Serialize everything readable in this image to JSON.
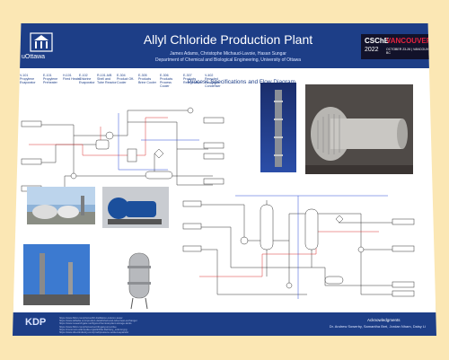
{
  "poster": {
    "title": "Allyl Chloride Production Plant",
    "authors": "James Adams, Christophe Michaud-Lavoie, Hasan Sungar",
    "department": "Department of Chemical and Biological Engineering, University of Ottawa",
    "university": "uOttawa",
    "conference": {
      "line1": "CSChE",
      "line2": "2022",
      "city": "VANCOUVER",
      "dates": "OCTOBER 23-26 | VANCOUVER BC"
    },
    "pfd_title": "Process Specifications and Flow Diagram",
    "equipment_top": [
      {
        "code": "V-101",
        "name": "Propylene Evaporator"
      },
      {
        "code": "E-101",
        "name": "Propylene Preheater"
      },
      {
        "code": "H-101",
        "name": "Fired Heater"
      },
      {
        "code": "E-102",
        "name": "Chlorine Evaporator"
      },
      {
        "code": "R-101 A/B",
        "name": "Shell and Tube Reactor"
      },
      {
        "code": "E-304",
        "name": "Product Off-Cooler"
      },
      {
        "code": "E-305",
        "name": "Products Brine Cooler"
      },
      {
        "code": "E-306",
        "name": "Products Process Cooler"
      },
      {
        "code": "E-307",
        "name": "Products Refrigerator"
      },
      {
        "code": "V-402",
        "name": "Recycled Propylene Condenser"
      }
    ],
    "footer": {
      "logo": "KDP",
      "references": [
        "https://www.flickr.com/photos/30 distillation-column-tower",
        "https://www.alibaba.com/product-detail/shell-and-tube-heat-exchanger",
        "https://www.researchgate.net/figure/chemical-plant-storage-tanks",
        "https://www.flickr.com/photos/centrifugal-pump-blue",
        "https://commons.wikimedia.org/wiki/File:Refinery_column.jpg",
        "https://www.directindustry.com/prod/pressure-vessel-separator"
      ],
      "ack_title": "Acknowledgments",
      "ack_names": "Dr. Andrew Sowerby, Samantha Brei, Jordan Nham, Daisy Li"
    }
  }
}
